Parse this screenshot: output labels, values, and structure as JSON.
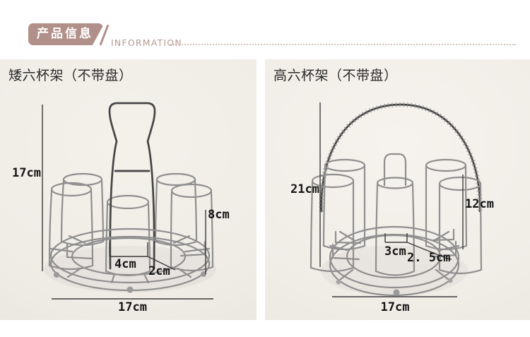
{
  "header": {
    "badge_label": "产品信息",
    "subtitle": "INFORMATION"
  },
  "colors": {
    "accent": "#b19089",
    "subtitle_text": "#b49a92",
    "photo_background": "#f1eee8",
    "dimension_text": "#161616"
  },
  "panels": [
    {
      "title": "矮六杯架（不带盘）",
      "dims": {
        "total_height": "17cm",
        "cup_height": "8cm",
        "cup_diameter": "4cm",
        "wire_gap": "2cm",
        "base_diameter": "17cm"
      }
    },
    {
      "title": "高六杯架（不带盘）",
      "dims": {
        "total_height": "21cm",
        "cup_height": "12cm",
        "cup_diameter": "3cm",
        "wire_gap": "2. 5cm",
        "base_diameter": "17cm"
      }
    }
  ]
}
